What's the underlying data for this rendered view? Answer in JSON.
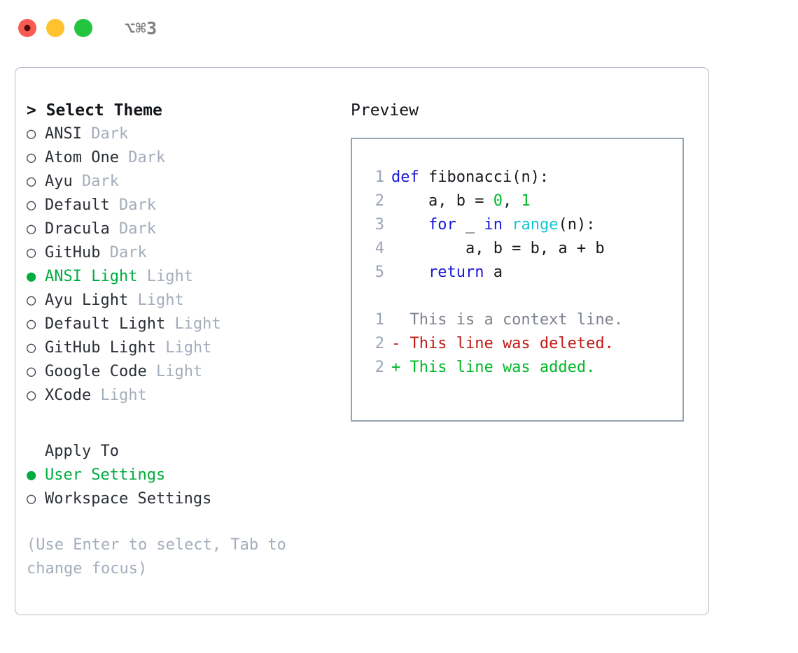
{
  "titlebar": {
    "shortcut": "⌥⌘3",
    "buttons": [
      {
        "name": "close",
        "color": "#fb5a52"
      },
      {
        "name": "minimize",
        "color": "#ffc12e"
      },
      {
        "name": "maximize",
        "color": "#23c53f"
      }
    ]
  },
  "theme_picker": {
    "header": "> Select Theme",
    "bullet_on": "●",
    "bullet_off": "○",
    "items": [
      {
        "name": "ANSI",
        "tag": "Dark",
        "selected": false
      },
      {
        "name": "Atom One",
        "tag": "Dark",
        "selected": false
      },
      {
        "name": "Ayu",
        "tag": "Dark",
        "selected": false
      },
      {
        "name": "Default",
        "tag": "Dark",
        "selected": false
      },
      {
        "name": "Dracula",
        "tag": "Dark",
        "selected": false
      },
      {
        "name": "GitHub",
        "tag": "Dark",
        "selected": false
      },
      {
        "name": "ANSI Light",
        "tag": "Light",
        "selected": true
      },
      {
        "name": "Ayu Light",
        "tag": "Light",
        "selected": false
      },
      {
        "name": "Default Light",
        "tag": "Light",
        "selected": false
      },
      {
        "name": "GitHub Light",
        "tag": "Light",
        "selected": false
      },
      {
        "name": "Google Code",
        "tag": "Light",
        "selected": false
      },
      {
        "name": "XCode",
        "tag": "Light",
        "selected": false
      }
    ]
  },
  "apply_to": {
    "header": "Apply To",
    "options": [
      {
        "label": "User Settings",
        "selected": true
      },
      {
        "label": "Workspace Settings",
        "selected": false
      }
    ]
  },
  "hint": "(Use Enter to select, Tab to change focus)",
  "preview": {
    "title": "Preview",
    "code": [
      {
        "n": "1",
        "tokens": [
          {
            "t": "def",
            "c": "kw"
          },
          {
            "t": " fibonacci(n):",
            "c": "plain"
          }
        ]
      },
      {
        "n": "2",
        "tokens": [
          {
            "t": "    a, b = ",
            "c": "plain"
          },
          {
            "t": "0",
            "c": "num"
          },
          {
            "t": ", ",
            "c": "plain"
          },
          {
            "t": "1",
            "c": "num"
          }
        ]
      },
      {
        "n": "3",
        "tokens": [
          {
            "t": "    ",
            "c": "plain"
          },
          {
            "t": "for",
            "c": "kw"
          },
          {
            "t": " _ ",
            "c": "plain"
          },
          {
            "t": "in",
            "c": "kw"
          },
          {
            "t": " ",
            "c": "plain"
          },
          {
            "t": "range",
            "c": "fn"
          },
          {
            "t": "(n):",
            "c": "plain"
          }
        ]
      },
      {
        "n": "4",
        "tokens": [
          {
            "t": "        a, b = b, a + b",
            "c": "plain"
          }
        ]
      },
      {
        "n": "5",
        "tokens": [
          {
            "t": "    ",
            "c": "plain"
          },
          {
            "t": "return",
            "c": "kw"
          },
          {
            "t": " a",
            "c": "plain"
          }
        ]
      }
    ],
    "diff": [
      {
        "n": "1",
        "tokens": [
          {
            "t": "  This is a context line.",
            "c": "ctx"
          }
        ]
      },
      {
        "n": "2",
        "tokens": [
          {
            "t": "- This line was deleted.",
            "c": "del"
          }
        ]
      },
      {
        "n": "2",
        "tokens": [
          {
            "t": "+ This line was added.",
            "c": "add"
          }
        ]
      }
    ]
  }
}
